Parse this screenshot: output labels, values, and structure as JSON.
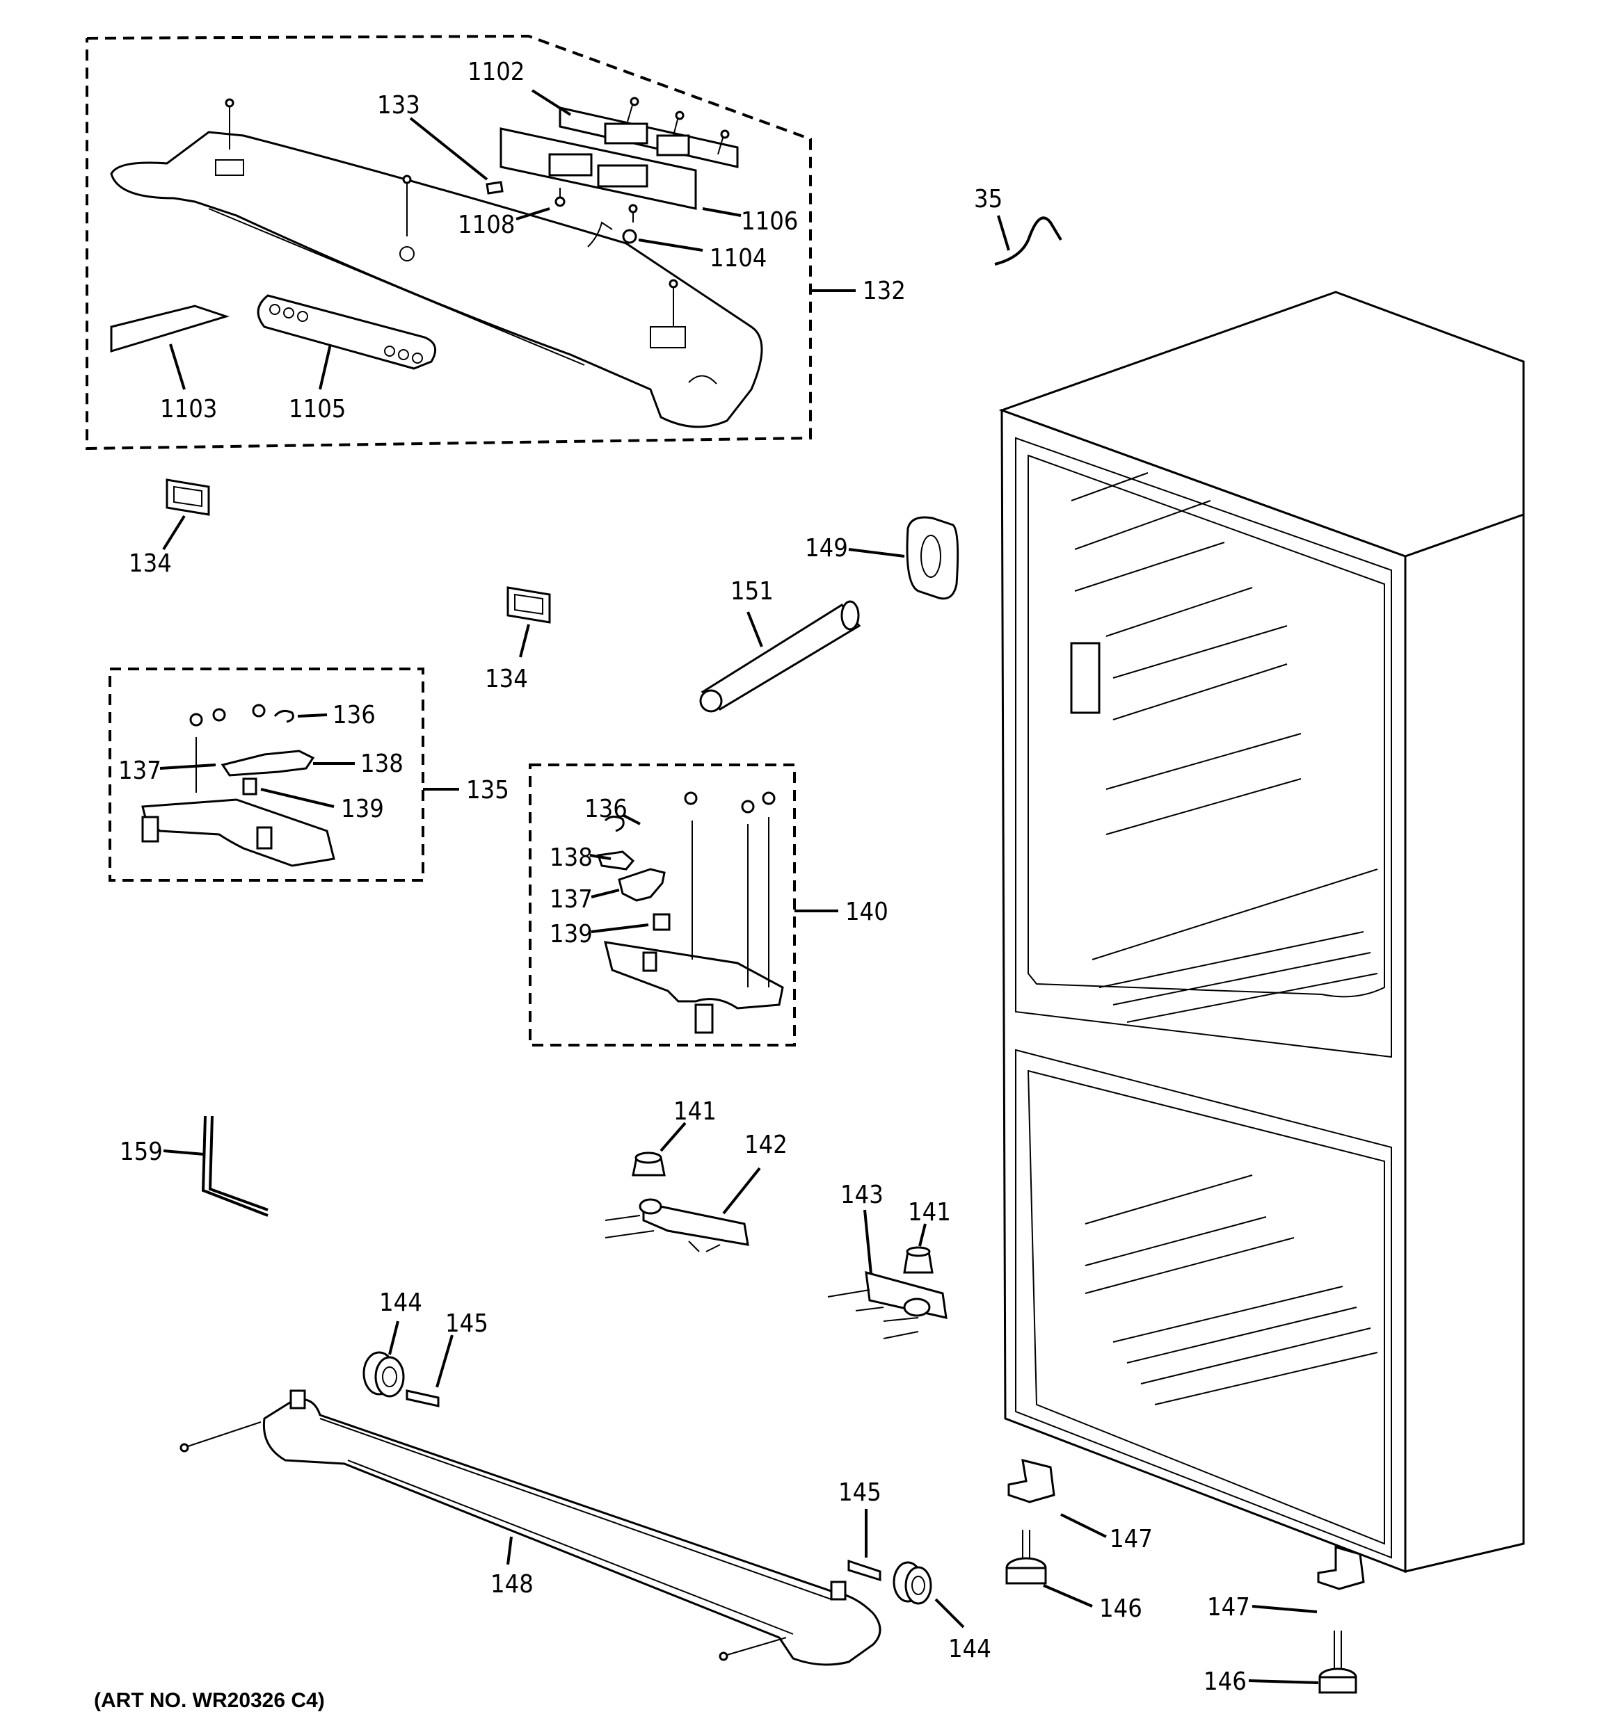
{
  "art_no": "(ART NO. WR20326 C4)",
  "callouts": {
    "c1102": "1102",
    "c133": "133",
    "c1108": "1108",
    "c1106": "1106",
    "c1104": "1104",
    "c132": "132",
    "c1103": "1103",
    "c1105": "1105",
    "c35": "35",
    "c134a": "134",
    "c134b": "134",
    "c149": "149",
    "c151": "151",
    "c136a": "136",
    "c137a": "137",
    "c138a": "138",
    "c139a": "139",
    "c135": "135",
    "c136b": "136",
    "c138b": "138",
    "c137b": "137",
    "c139b": "139",
    "c140": "140",
    "c141a": "141",
    "c142": "142",
    "c143": "143",
    "c141b": "141",
    "c159": "159",
    "c144a": "144",
    "c145a": "145",
    "c148": "148",
    "c145b": "145",
    "c144b": "144",
    "c147a": "147",
    "c146a": "146",
    "c147b": "147",
    "c146b": "146"
  }
}
